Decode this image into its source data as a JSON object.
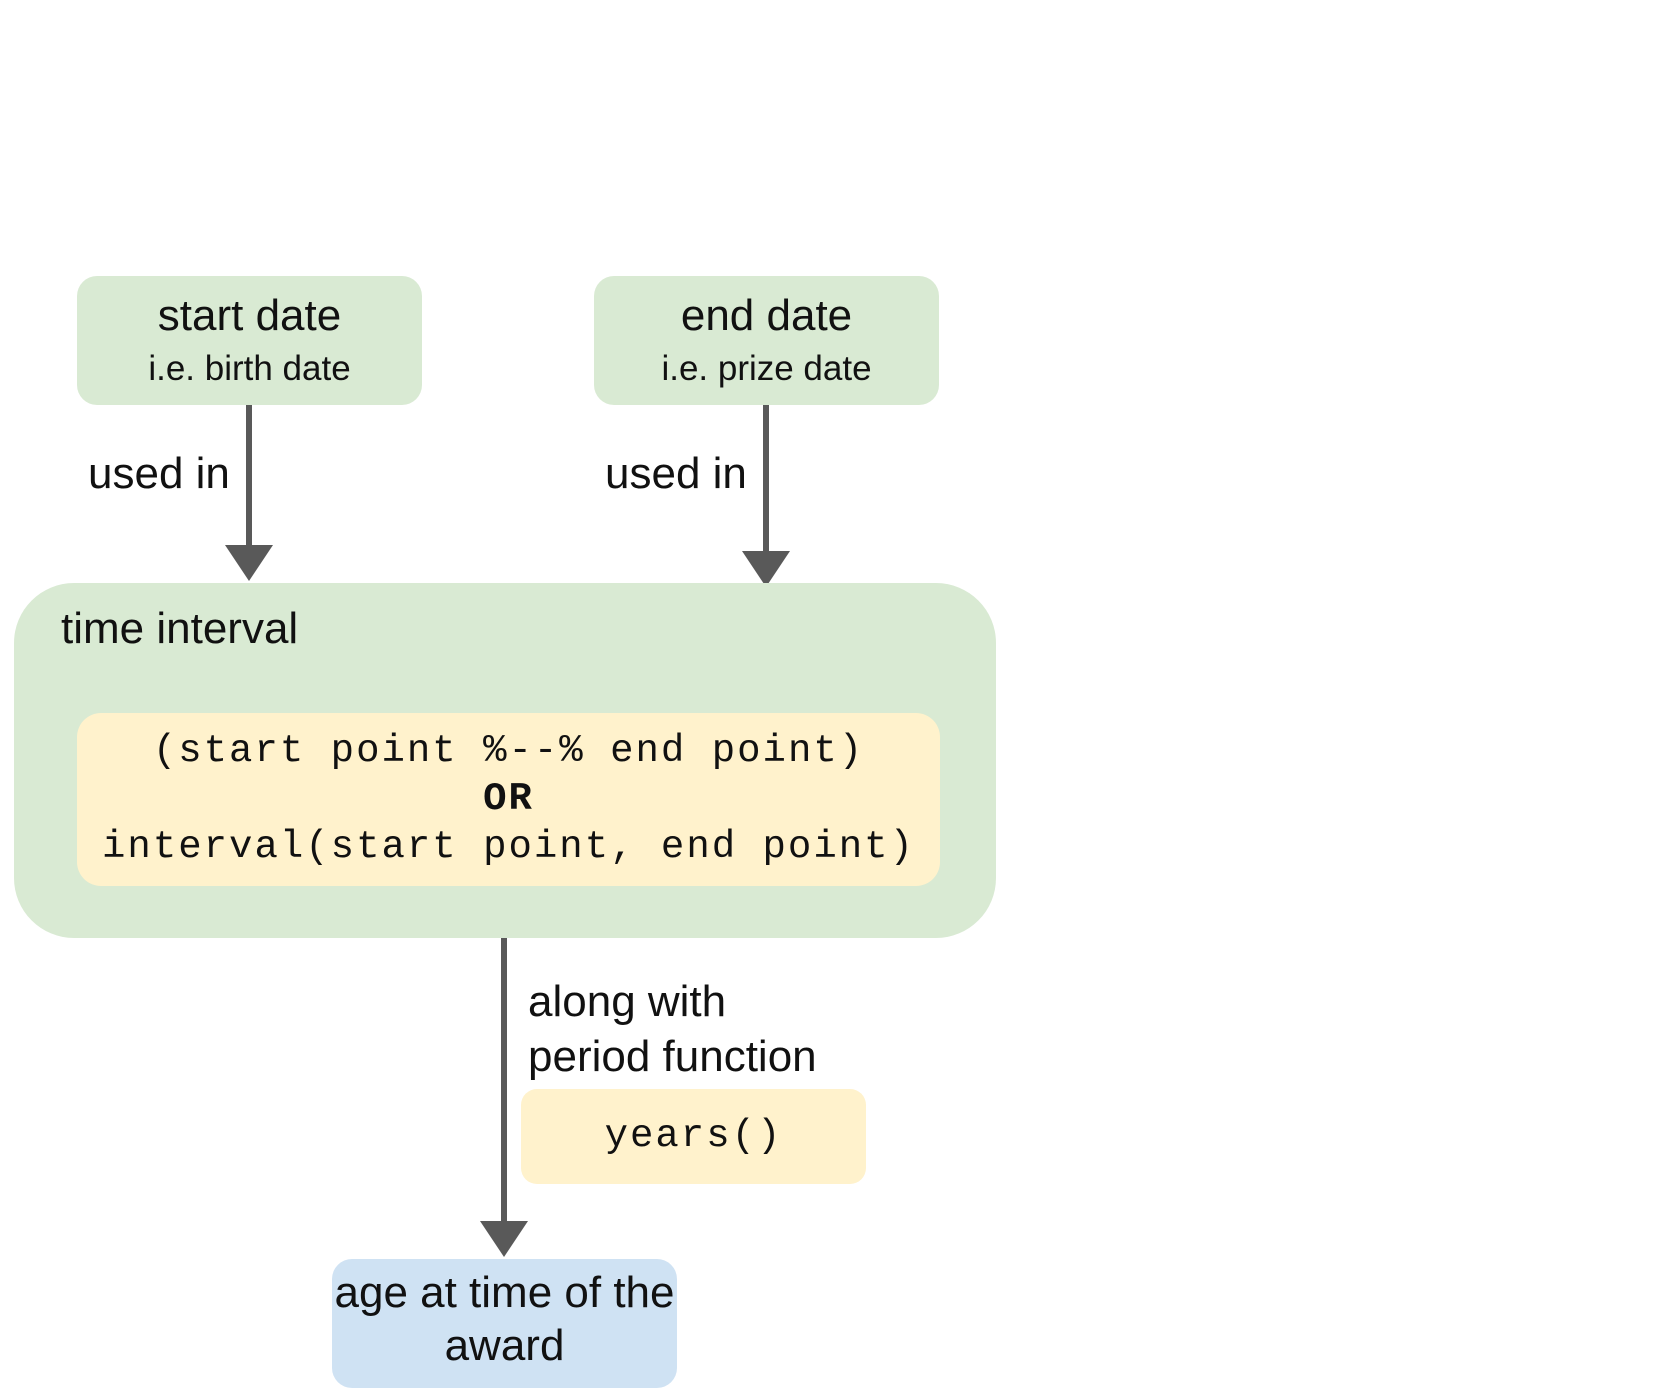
{
  "nodes": {
    "start_date": {
      "title": "start date",
      "subtitle": "i.e. birth date"
    },
    "end_date": {
      "title": "end date",
      "subtitle": "i.e. prize date"
    },
    "time_interval": {
      "label": "time interval",
      "code_line1": "(start point %--% end point)",
      "code_or": "OR",
      "code_line2": "interval(start point, end point)"
    },
    "period_function": {
      "code": "years()"
    },
    "age": {
      "label": "age at time of the award"
    }
  },
  "edges": {
    "start_to_interval": "used in",
    "end_to_interval": "used in",
    "interval_to_age": "along with\nperiod function"
  },
  "colors": {
    "green": "#d9ead3",
    "yellow": "#fff2cc",
    "blue": "#cfe2f3",
    "arrow": "#595959"
  }
}
